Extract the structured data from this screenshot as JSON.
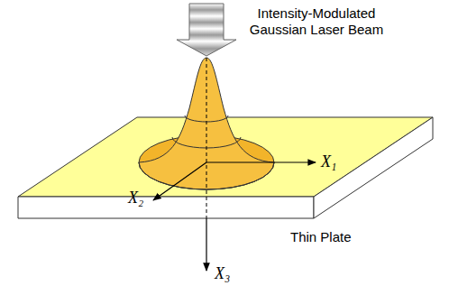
{
  "diagram": {
    "labels": [
      "Intensity-Modulated Gaussian Laser Beam",
      "X₁",
      "X₂",
      "X₃",
      "Thin Plate"
    ]
  }
}
